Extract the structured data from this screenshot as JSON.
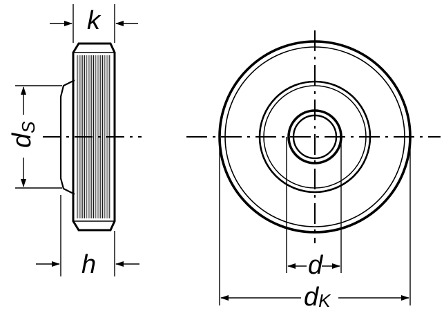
{
  "labels": {
    "k": "k",
    "h": "h",
    "d": "d",
    "ds_main": "d",
    "ds_sub": "S",
    "dk_main": "d",
    "dk_sub": "K"
  },
  "colors": {
    "ink": "#000000",
    "background": "#ffffff"
  }
}
